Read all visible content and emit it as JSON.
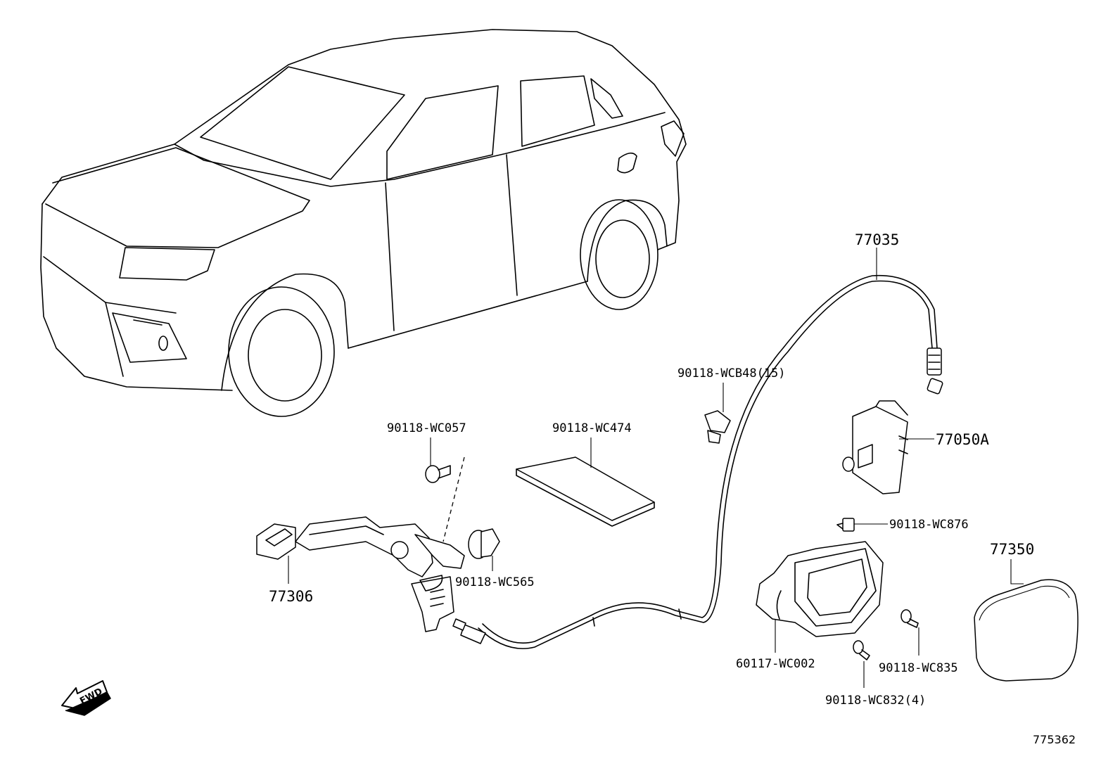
{
  "diagram_number": "775362",
  "direction_arrow": {
    "text": "FWD",
    "icon": "forward-arrow-icon"
  },
  "callouts": [
    {
      "id": "77035",
      "text": "77035"
    },
    {
      "id": "90118-WCB48",
      "text": "90118-WCB48(15)"
    },
    {
      "id": "77050A",
      "text": "77050A"
    },
    {
      "id": "90118-WC057",
      "text": "90118-WC057"
    },
    {
      "id": "90118-WC474",
      "text": "90118-WC474"
    },
    {
      "id": "90118-WC876",
      "text": "90118-WC876"
    },
    {
      "id": "77350",
      "text": "77350"
    },
    {
      "id": "77306",
      "text": "77306"
    },
    {
      "id": "90118-WC565",
      "text": "90118-WC565"
    },
    {
      "id": "60117-WC002",
      "text": "60117-WC002"
    },
    {
      "id": "90118-WC835",
      "text": "90118-WC835"
    },
    {
      "id": "90118-WC832",
      "text": "90118-WC832(4)"
    }
  ]
}
